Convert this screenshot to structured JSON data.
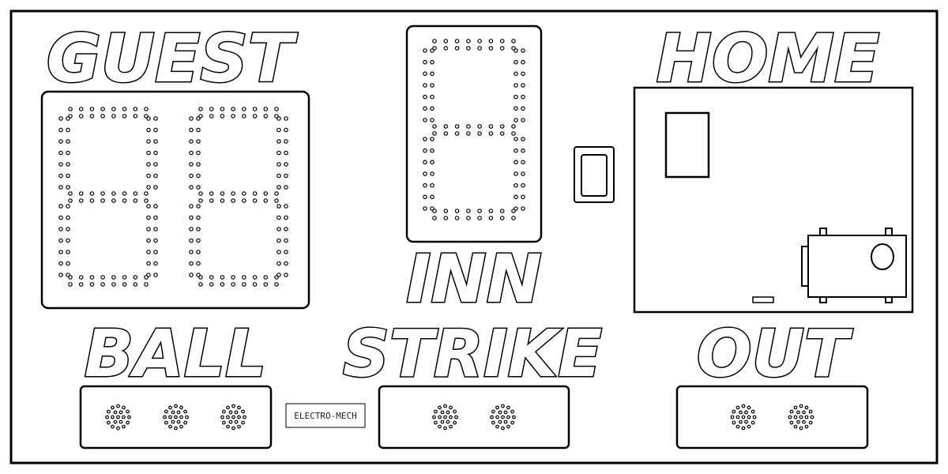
{
  "labels": {
    "guest": "GUEST",
    "home": "HOME",
    "inn": "INN",
    "ball": "BALL",
    "strike": "STRIKE",
    "out": "OUT"
  },
  "logo": {
    "text": "ELECTRO-MECH"
  },
  "indicators": {
    "ball_count": 3,
    "strike_count": 2,
    "out_count": 2
  },
  "colors": {
    "background": "#ffffff",
    "stroke": "#000000"
  }
}
